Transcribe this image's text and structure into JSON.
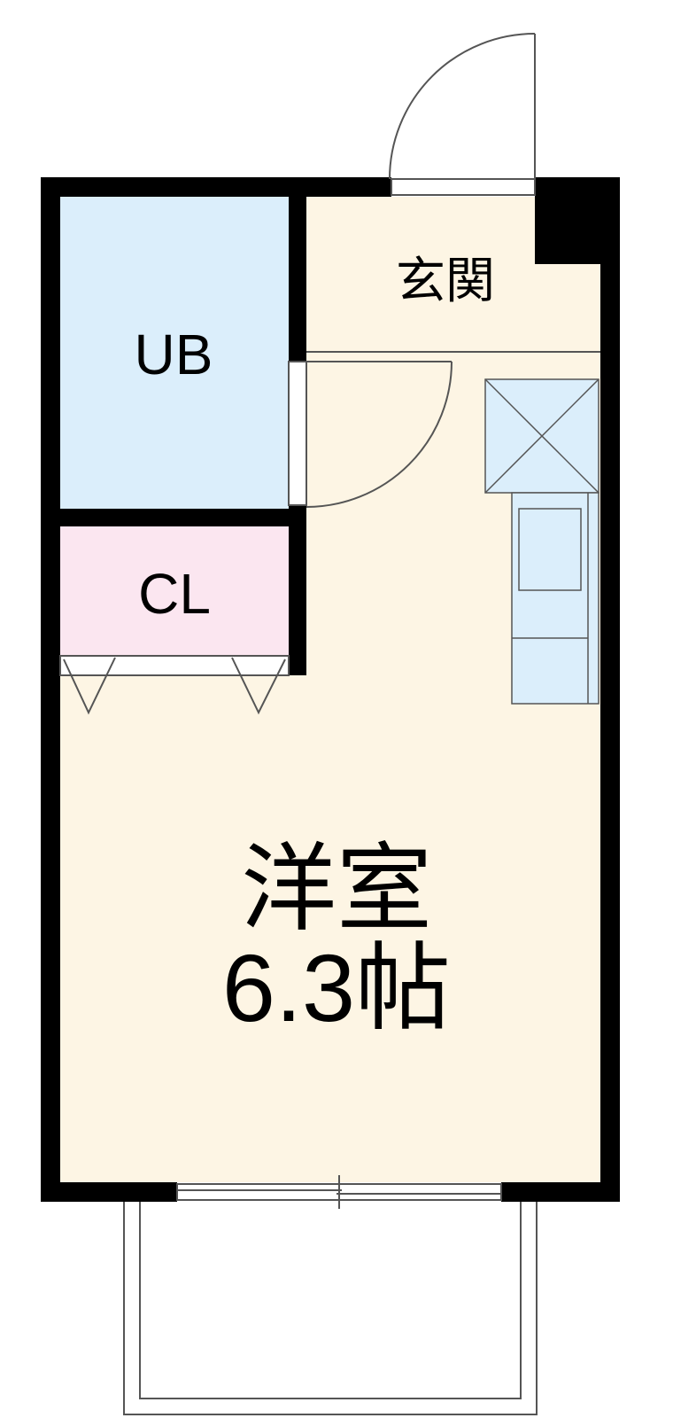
{
  "rooms": {
    "entrance": {
      "label": "玄関"
    },
    "unit_bath": {
      "label": "UB"
    },
    "closet": {
      "label": "CL"
    },
    "western_room": {
      "label": "洋室",
      "size": "6.3帖"
    }
  },
  "colors": {
    "wall": "#000000",
    "floor": "#fdf5e4",
    "unit_bath_fill": "#dbeefb",
    "closet_fill": "#fbe6f0",
    "fixture_fill": "#dbeefb",
    "line": "#555555",
    "background": "#ffffff"
  }
}
